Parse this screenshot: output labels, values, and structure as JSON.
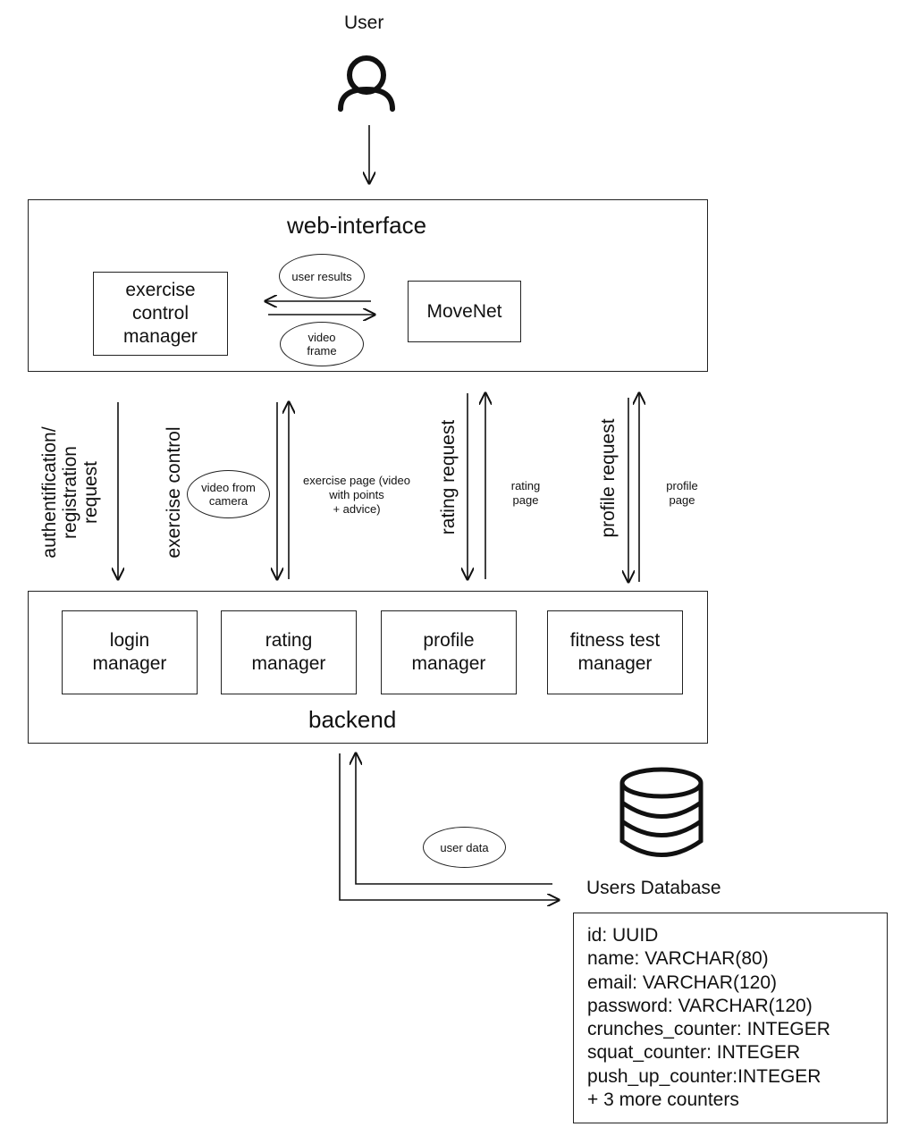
{
  "user": {
    "label": "User",
    "icon": "user-icon"
  },
  "web_interface": {
    "title": "web-interface",
    "exercise_control_manager": "exercise\ncontrol\nmanager",
    "movenet": "MoveNet",
    "user_results": "user results",
    "video_frame": "video\nframe"
  },
  "flows": {
    "auth_request": "authentification/\nregistration\nrequest",
    "exercise_control": "exercise control",
    "video_from_camera": "video from\ncamera",
    "exercise_page": "exercise page (video\nwith points\n+ advice)",
    "rating_request": "rating request",
    "rating_page": "rating\npage",
    "profile_request": "profile request",
    "profile_page": "profile\npage"
  },
  "backend": {
    "title": "backend",
    "managers": [
      "login\nmanager",
      "rating\nmanager",
      "profile\nmanager",
      "fitness test\nmanager"
    ]
  },
  "database": {
    "label": "Users Database",
    "icon": "database-icon",
    "user_data": "user data",
    "fields": [
      "id: UUID",
      "name: VARCHAR(80)",
      "email: VARCHAR(120)",
      "password: VARCHAR(120)",
      "crunches_counter: INTEGER",
      "squat_counter: INTEGER",
      "push_up_counter:INTEGER",
      "+ 3 more counters"
    ]
  }
}
